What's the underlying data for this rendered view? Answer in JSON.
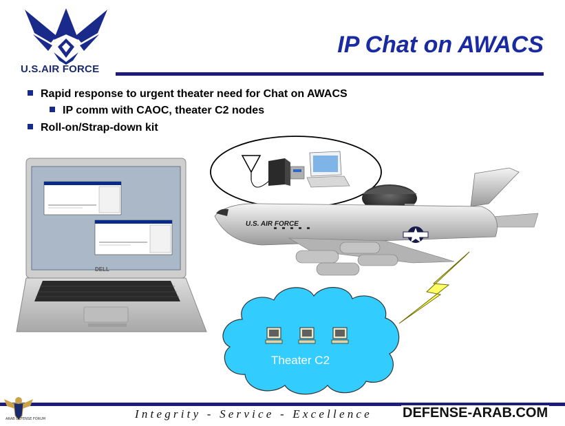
{
  "header": {
    "title": "IP Chat on AWACS",
    "logo_text": "U.S.AIR FORCE"
  },
  "bullets": [
    {
      "text": "Rapid response to urgent theater need for Chat on AWACS",
      "level": 1
    },
    {
      "text": "IP comm with CAOC, theater C2 nodes",
      "level": 2
    },
    {
      "text": "Roll-on/Strap-down kit",
      "level": 1
    }
  ],
  "diagram": {
    "aircraft_marking": "U.S. AIR FORCE",
    "laptop_brand": "DELL",
    "cloud_label": "Theater C2"
  },
  "footer": {
    "motto": "Integrity - Service - Excellence",
    "watermark": "DEFENSE-ARAB.COM",
    "forum_name": "ARAB DEFENSE FORUM"
  },
  "colors": {
    "title_blue": "#1a2aa0",
    "rule_navy": "#1c1c7a",
    "cloud_cyan": "#33ccff",
    "bolt_yellow": "#ffff66"
  }
}
